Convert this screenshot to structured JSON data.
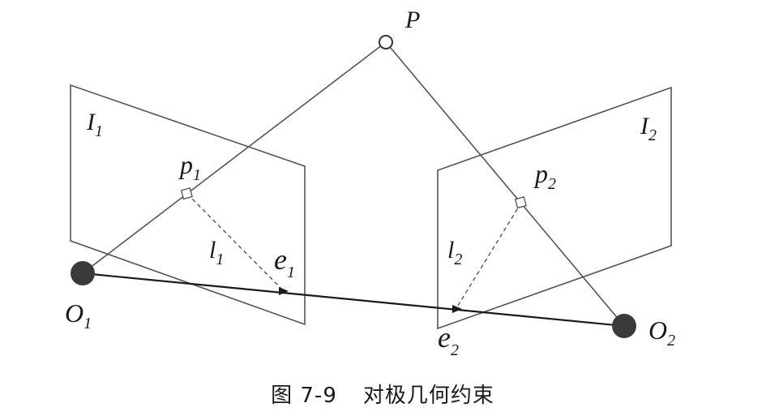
{
  "labels": {
    "P": "P",
    "I1": "I",
    "I1_sub": "1",
    "I2": "I",
    "I2_sub": "2",
    "p1": "p",
    "p1_sub": "1",
    "p2": "p",
    "p2_sub": "2",
    "l1": "l",
    "l1_sub": "1",
    "l2": "l",
    "l2_sub": "2",
    "e1": "e",
    "e1_sub": "1",
    "e2": "e",
    "e2_sub": "2",
    "O1": "O",
    "O1_sub": "1",
    "O2": "O",
    "O2_sub": "2"
  },
  "caption": {
    "number": "图 7-9",
    "title": "对极几何约束"
  }
}
